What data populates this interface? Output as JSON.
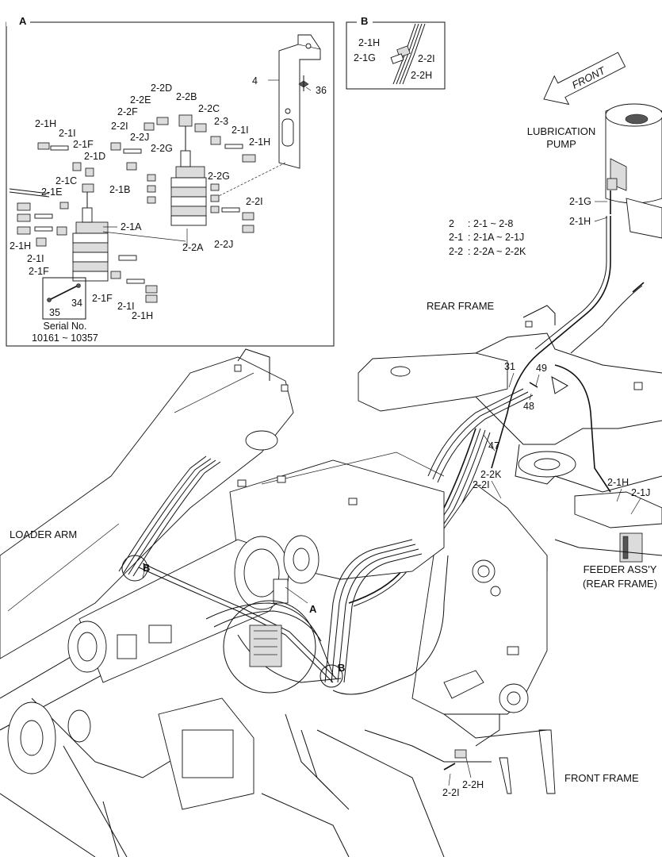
{
  "detail_a": {
    "letter": "A",
    "labels": [
      "2-1H",
      "2-1I",
      "2-1F",
      "2-1D",
      "2-1C",
      "2-1E",
      "2-1B",
      "2-1A",
      "2-1H",
      "2-1I",
      "2-1F",
      "2-1F",
      "2-1I",
      "2-1H",
      "2-2D",
      "2-2E",
      "2-2F",
      "2-2B",
      "2-2C",
      "2-3",
      "2-2I",
      "2-2J",
      "2-2G",
      "2-1I",
      "2-1H",
      "2-2G",
      "2-2I",
      "2-2A",
      "2-2J",
      "4",
      "36",
      "34",
      "35"
    ],
    "serial_label": "Serial No.",
    "serial_range": "10161 ~ 10357"
  },
  "detail_b": {
    "letter": "B",
    "labels": [
      "2-1H",
      "2-1G",
      "2-2I",
      "2-2H"
    ]
  },
  "front_arrow": "FRONT",
  "main": {
    "lubrication_pump": [
      "LUBRICATION",
      "PUMP"
    ],
    "pump_labels": [
      "2-1G",
      "2-1H"
    ],
    "legend": [
      {
        "code": "2",
        "sep": ":",
        "range": "2-1 ~ 2-8"
      },
      {
        "code": "2-1",
        "sep": ":",
        "range": "2-1A ~ 2-1J"
      },
      {
        "code": "2-2",
        "sep": ":",
        "range": "2-2A ~ 2-2K"
      }
    ],
    "rear_frame": "REAR FRAME",
    "loader_arm": "LOADER ARM",
    "front_frame": "FRONT FRAME",
    "feeder": [
      "FEEDER ASS'Y",
      "(REAR FRAME)"
    ],
    "callouts": [
      "31",
      "49",
      "48",
      "47",
      "2-2K",
      "2-2I",
      "2-1H",
      "2-1J",
      "B",
      "A",
      "B",
      "2-2I",
      "2-2H"
    ]
  }
}
